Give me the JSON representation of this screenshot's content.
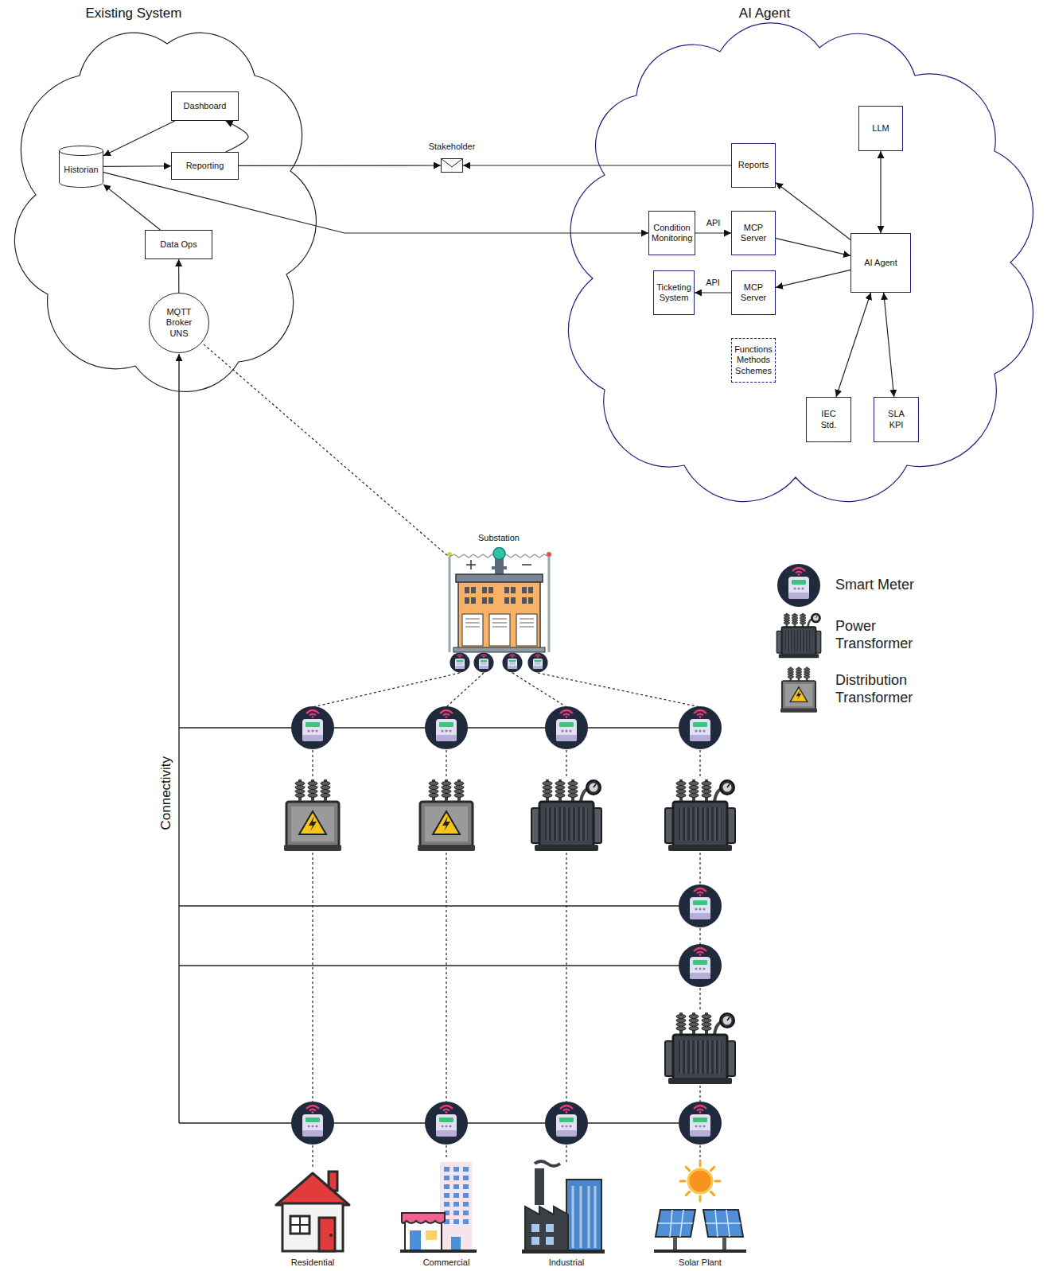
{
  "diagram": {
    "nodes": [
      {
        "text": [
          "Existing System"
        ]
      },
      {
        "text": [
          "Dashboard"
        ],
        "in": 0
      },
      {
        "text": [
          "Historian"
        ],
        "in": 0
      },
      {
        "text": [
          "Reporting"
        ],
        "in": 0
      },
      {
        "text": [
          "Data Ops"
        ],
        "in": 0
      },
      {
        "text": [
          "MQTT Broker UNS"
        ],
        "in": 0
      },
      {
        "text": [
          "Stakeholder"
        ]
      },
      {
        "text": [
          "AI Agent"
        ]
      },
      {
        "text": [
          "LLM"
        ],
        "in": 7
      },
      {
        "text": [
          "Reports"
        ],
        "in": 7
      },
      {
        "text": [
          "Condition Monitoring"
        ],
        "in": 7
      },
      {
        "text": [
          "MCP Server"
        ],
        "in": 7
      },
      {
        "text": [
          "AI Agent"
        ],
        "in": 7
      },
      {
        "text": [
          "Ticketing System"
        ],
        "in": 7
      },
      {
        "text": [
          "MCP Server"
        ],
        "in": 7
      },
      {
        "text": [
          "Functions Methods Schemes"
        ],
        "in": 7
      },
      {
        "text": [
          "IEC Std."
        ],
        "in": 7
      },
      {
        "text": [
          "SLA KPI"
        ],
        "in": 7
      },
      {
        "text": [
          "Substation"
        ]
      }
    ],
    "edges": [
      {
        "from": 1,
        "to": 2,
        "arrow": "to"
      },
      {
        "from": 2,
        "to": 3,
        "arrow": "to"
      },
      {
        "from": 3,
        "to": 1,
        "arrow": "to"
      },
      {
        "from": 4,
        "to": 2,
        "arrow": "to"
      },
      {
        "from": 5,
        "to": 4,
        "arrow": "to"
      },
      {
        "from": 2,
        "to": 10,
        "arrow": "to"
      },
      {
        "from": 3,
        "to": 6,
        "arrow": "to"
      },
      {
        "from": 9,
        "to": 6,
        "arrow": "to"
      },
      {
        "from": 10,
        "to": 11,
        "label": "API",
        "arrow": "to"
      },
      {
        "from": 11,
        "to": 12,
        "arrow": "to"
      },
      {
        "from": 12,
        "to": 14,
        "arrow": "to"
      },
      {
        "from": 14,
        "to": 13,
        "label": "API",
        "arrow": "to"
      },
      {
        "from": 12,
        "to": 9,
        "arrow": "to"
      },
      {
        "from": 12,
        "to": 8,
        "arrow": "both"
      },
      {
        "from": 12,
        "to": 16,
        "arrow": "both"
      },
      {
        "from": 12,
        "to": 17,
        "arrow": "both"
      },
      {
        "from": 18,
        "to": 5,
        "arrow": "none"
      }
    ],
    "labels": [
      "Connectivity",
      "Residential",
      "Commercial",
      "Industrial",
      "Solar Plant"
    ],
    "legend": [
      {
        "text": "Smart Meter"
      },
      {
        "text": "Power Transformer"
      },
      {
        "text": "Distribution Transformer"
      }
    ]
  }
}
